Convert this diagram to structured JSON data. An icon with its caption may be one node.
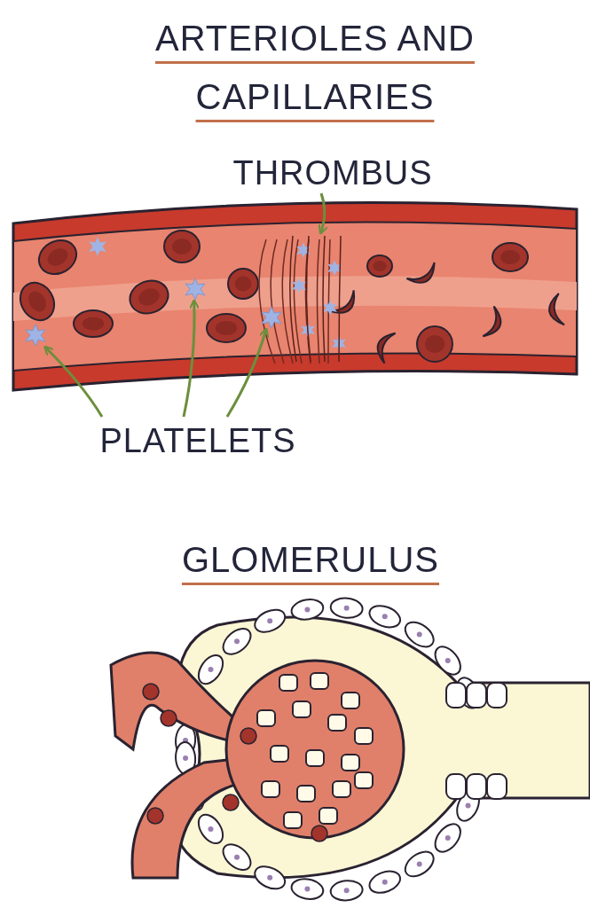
{
  "diagram": {
    "nodes": [
      {
        "text": [
          "THROMBUS"
        ]
      },
      {
        "text": [],
        "shape": "picture"
      },
      {
        "text": [
          "PLATELETS"
        ]
      },
      {
        "text": [],
        "shape": "picture"
      },
      {
        "text": [],
        "shape": "picture"
      },
      {
        "text": [],
        "shape": "picture"
      }
    ],
    "edges": [
      {
        "from": 0,
        "to": 1,
        "arrow": "to"
      },
      {
        "from": 2,
        "to": 3,
        "arrow": "to"
      },
      {
        "from": 2,
        "to": 4,
        "arrow": "to"
      },
      {
        "from": 2,
        "to": 5,
        "arrow": "to"
      }
    ],
    "labels": [
      "ARTERIOLES AND CAPILLARIES",
      "GLOMERULUS"
    ]
  }
}
